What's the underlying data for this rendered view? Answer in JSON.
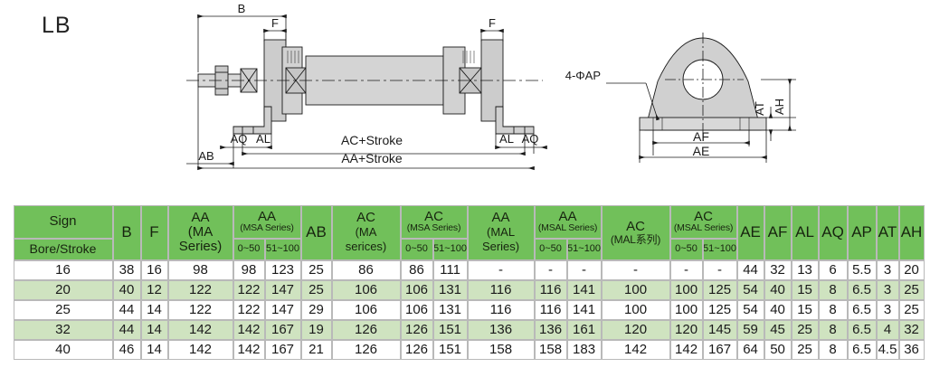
{
  "drawing": {
    "title": "LB",
    "front_view_labels": {
      "b": "B",
      "f_left": "F",
      "f_right": "F",
      "aq_left": "AQ",
      "al_left": "AL",
      "al_right": "AL",
      "aq_right": "AQ",
      "ab": "AB",
      "ac_stroke": "AC+Stroke",
      "aa_stroke": "AA+Stroke"
    },
    "side_view_labels": {
      "holes": "4-ΦAP",
      "at": "AT",
      "ah": "AH",
      "af": "AF",
      "ae": "AE"
    }
  },
  "table": {
    "header": {
      "sign_top": "Sign",
      "sign_bottom": "Bore/Stroke",
      "b": "B",
      "f": "F",
      "aa_ma": "AA (MA Series)",
      "aa_ma_line1": "AA",
      "aa_ma_line2": "(MA",
      "aa_ma_line3": "Series)",
      "aa_msa": "AA",
      "aa_msa_sub": "(MSA Series)",
      "ab": "AB",
      "ac_ma": "AC",
      "ac_ma_line2": "(MA",
      "ac_ma_line3": "serices)",
      "ac_msa": "AC",
      "ac_msa_sub": "(MSA Series)",
      "aa_mal": "AA",
      "aa_mal_line2": "(MAL",
      "aa_mal_line3": "Series)",
      "aa_msal": "AA",
      "aa_msal_sub": "(MSAL Series)",
      "ac_mal": "AC",
      "ac_mal_sub": "(MAL系列)",
      "ac_msal": "AC",
      "ac_msal_sub": "(MSAL Series)",
      "range_low": "0~50",
      "range_high": "51~100",
      "ae": "AE",
      "af": "AF",
      "al": "AL",
      "aq": "AQ",
      "ap": "AP",
      "at": "AT",
      "ah": "AH"
    },
    "rows": [
      {
        "bore": "16",
        "b": "38",
        "f": "16",
        "aa_ma": "98",
        "aa_msa_low": "98",
        "aa_msa_high": "123",
        "ab": "25",
        "ac_ma": "86",
        "ac_msa_low": "86",
        "ac_msa_high": "111",
        "aa_mal": "-",
        "aa_msal_low": "-",
        "aa_msal_high": "-",
        "ac_mal": "-",
        "ac_msal_low": "-",
        "ac_msal_high": "-",
        "ae": "44",
        "af": "32",
        "al": "13",
        "aq": "6",
        "ap": "5.5",
        "at": "3",
        "ah": "20"
      },
      {
        "bore": "20",
        "b": "40",
        "f": "12",
        "aa_ma": "122",
        "aa_msa_low": "122",
        "aa_msa_high": "147",
        "ab": "25",
        "ac_ma": "106",
        "ac_msa_low": "106",
        "ac_msa_high": "131",
        "aa_mal": "116",
        "aa_msal_low": "116",
        "aa_msal_high": "141",
        "ac_mal": "100",
        "ac_msal_low": "100",
        "ac_msal_high": "125",
        "ae": "54",
        "af": "40",
        "al": "15",
        "aq": "8",
        "ap": "6.5",
        "at": "3",
        "ah": "25"
      },
      {
        "bore": "25",
        "b": "44",
        "f": "14",
        "aa_ma": "122",
        "aa_msa_low": "122",
        "aa_msa_high": "147",
        "ab": "29",
        "ac_ma": "106",
        "ac_msa_low": "106",
        "ac_msa_high": "131",
        "aa_mal": "116",
        "aa_msal_low": "116",
        "aa_msal_high": "141",
        "ac_mal": "100",
        "ac_msal_low": "100",
        "ac_msal_high": "125",
        "ae": "54",
        "af": "40",
        "al": "15",
        "aq": "8",
        "ap": "6.5",
        "at": "3",
        "ah": "25"
      },
      {
        "bore": "32",
        "b": "44",
        "f": "14",
        "aa_ma": "142",
        "aa_msa_low": "142",
        "aa_msa_high": "167",
        "ab": "19",
        "ac_ma": "126",
        "ac_msa_low": "126",
        "ac_msa_high": "151",
        "aa_mal": "136",
        "aa_msal_low": "136",
        "aa_msal_high": "161",
        "ac_mal": "120",
        "ac_msal_low": "120",
        "ac_msal_high": "145",
        "ae": "59",
        "af": "45",
        "al": "25",
        "aq": "8",
        "ap": "6.5",
        "at": "4",
        "ah": "32"
      },
      {
        "bore": "40",
        "b": "46",
        "f": "14",
        "aa_ma": "142",
        "aa_msa_low": "142",
        "aa_msa_high": "167",
        "ab": "21",
        "ac_ma": "126",
        "ac_msa_low": "126",
        "ac_msa_high": "151",
        "aa_mal": "158",
        "aa_msal_low": "158",
        "aa_msal_high": "183",
        "ac_mal": "142",
        "ac_msal_low": "142",
        "ac_msal_high": "167",
        "ae": "64",
        "af": "50",
        "al": "25",
        "aq": "8",
        "ap": "6.5",
        "at": "4.5",
        "ah": "36"
      }
    ]
  },
  "colors": {
    "header_green": "#71c05a",
    "row_alt_green": "#cfe3c0",
    "part_fill": "#d4d4d4",
    "line": "#1a1a1a"
  }
}
